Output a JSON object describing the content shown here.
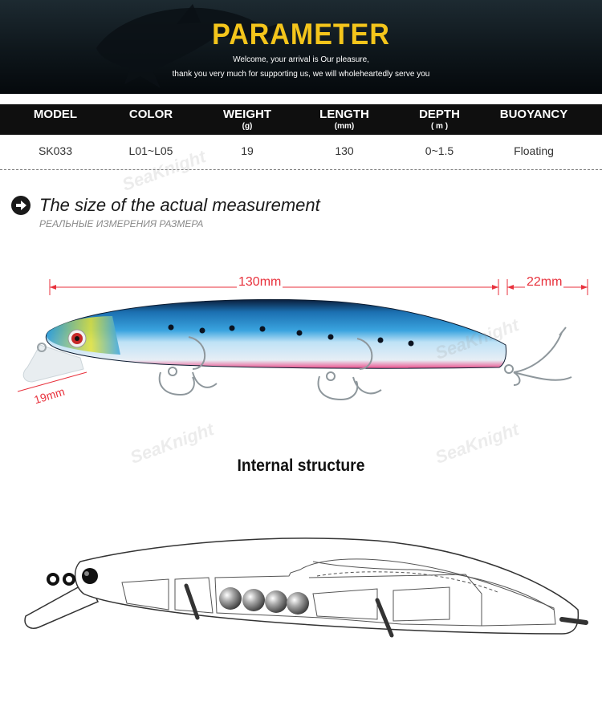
{
  "header": {
    "title": "PARAMETER",
    "line1": "Welcome, your arrival is Our pleasure,",
    "line2": "thank you very much for supporting us, we will wholeheartedly serve you"
  },
  "spec_table": {
    "columns": [
      {
        "label": "MODEL",
        "unit": ""
      },
      {
        "label": "COLOR",
        "unit": ""
      },
      {
        "label": "WEIGHT",
        "unit": "(g)"
      },
      {
        "label": "LENGTH",
        "unit": "(mm)"
      },
      {
        "label": "DEPTH",
        "unit": "( m )"
      },
      {
        "label": "BUOYANCY",
        "unit": ""
      }
    ],
    "row": [
      "SK033",
      "L01~L05",
      "19",
      "130",
      "0~1.5",
      "Floating"
    ]
  },
  "measurement": {
    "title": "The size of the actual measurement",
    "subtitle": "РЕАЛЬНЫЕ ИЗМЕРЕНИЯ РАЗМЕРА",
    "body_length": "130mm",
    "hook_length": "22mm",
    "lip_length": "19mm"
  },
  "structure": {
    "title": "Internal structure"
  },
  "watermark_text": "SeaKnight",
  "colors": {
    "title_yellow": "#f4c51b",
    "dimension_red": "#e8313c",
    "table_header_bg": "#0f0f0f",
    "lure_blue": "#2a8fd0",
    "lure_belly": "#e84a8a"
  }
}
